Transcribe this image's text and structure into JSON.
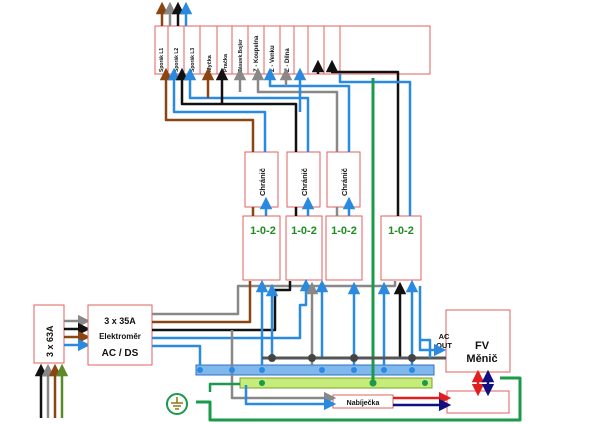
{
  "colors": {
    "brown": "#8B4513",
    "black": "#111111",
    "gray": "#888888",
    "blue": "#2a8ae0",
    "green": "#1a9a4a",
    "yellow_green": "#c6ec7a",
    "red": "#e02020",
    "navy": "#101080",
    "box_border": "#e06060"
  },
  "main_breaker": "3 x 63A",
  "meter": {
    "rating": "3 x 35A",
    "name": "Elektroměr",
    "type": "AC / DS"
  },
  "circuits": [
    "Sporák L1",
    "Sporák L2",
    "Sporák L3",
    "Myčka",
    "Pračka",
    "Zásuvk.Bojler",
    "Z - Koupelna",
    "Z - Venku",
    "Z - Dílna"
  ],
  "rcd_label": "Chránič",
  "switch_label": "1-0-2",
  "inverter": {
    "ac_out": "AC\nOUT",
    "title": "FV\nMěnič"
  },
  "charger": "Nabíječka",
  "ground_icon": "ground-icon"
}
